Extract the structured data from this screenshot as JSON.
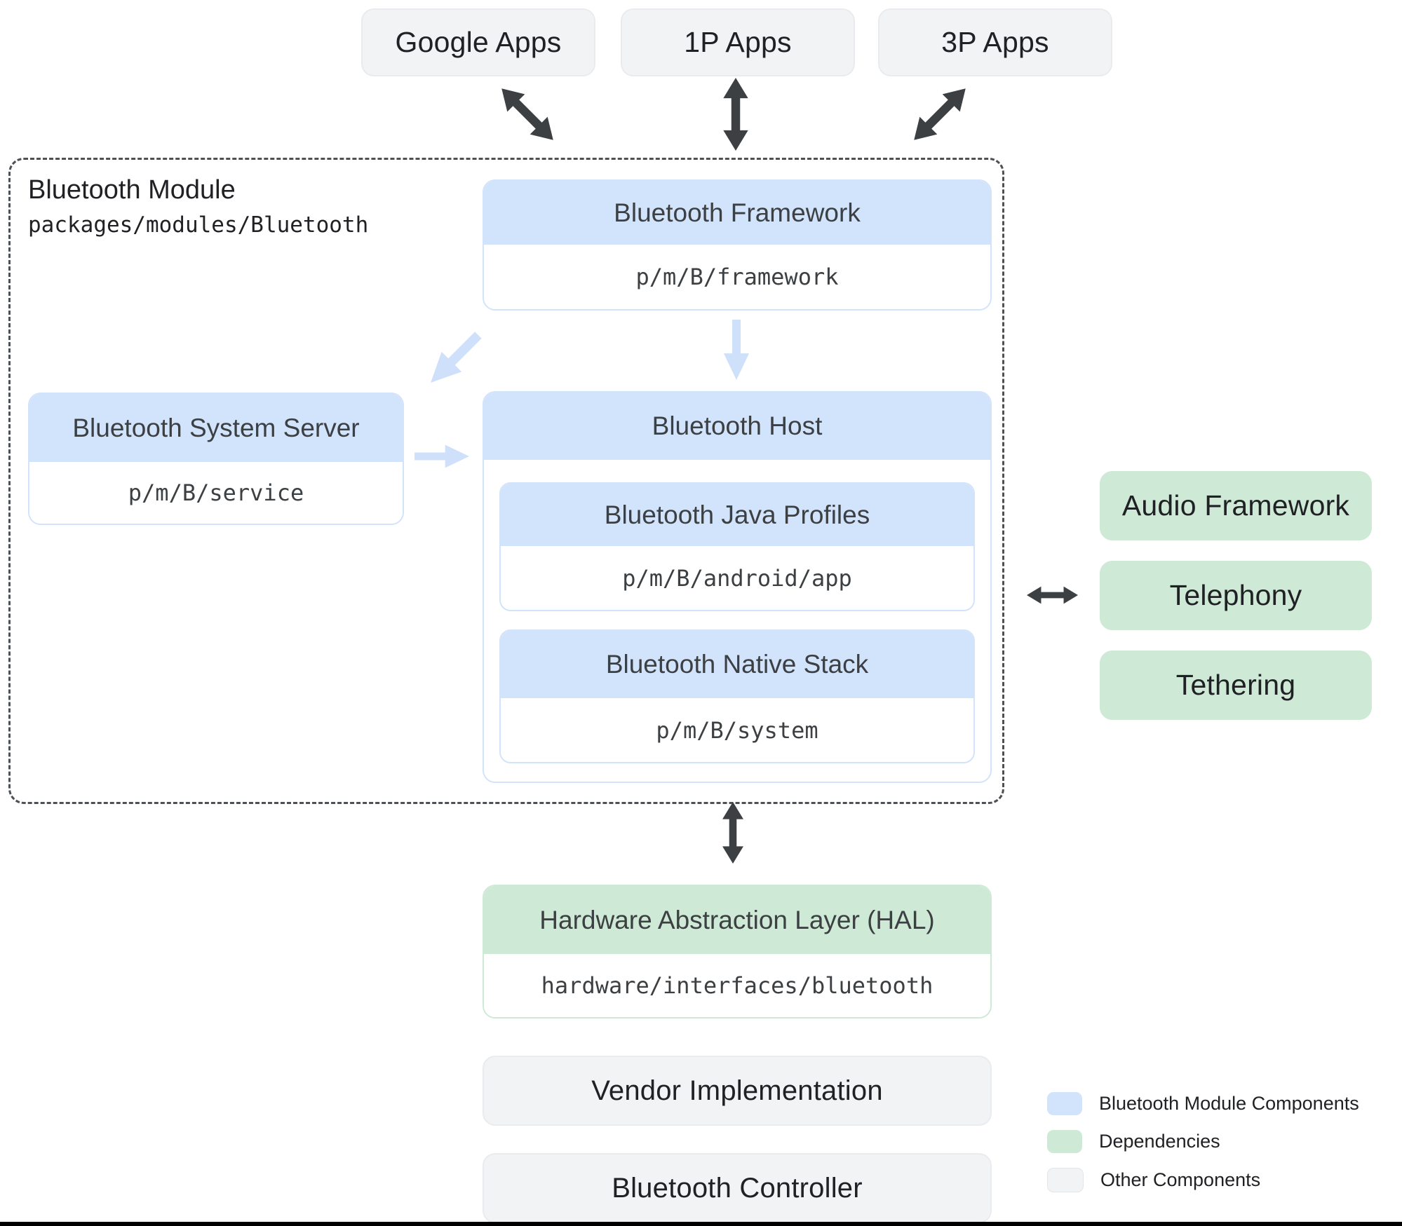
{
  "colors": {
    "module_component": "#d2e3fc",
    "dependency": "#ceead6",
    "other_component": "#f1f3f4",
    "arrow_dark": "#3c4043",
    "arrow_light": "#cfe0fa"
  },
  "top_apps": [
    {
      "label": "Google Apps"
    },
    {
      "label": "1P Apps"
    },
    {
      "label": "3P Apps"
    }
  ],
  "module": {
    "title": "Bluetooth Module",
    "path": "packages/modules/Bluetooth",
    "framework": {
      "title": "Bluetooth Framework",
      "path": "p/m/B/framework"
    },
    "system_server": {
      "title": "Bluetooth System Server",
      "path": "p/m/B/service"
    },
    "host": {
      "title": "Bluetooth Host",
      "children": [
        {
          "title": "Bluetooth Java Profiles",
          "path": "p/m/B/android/app"
        },
        {
          "title": "Bluetooth Native Stack",
          "path": "p/m/B/system"
        }
      ]
    }
  },
  "dependencies": [
    {
      "label": "Audio Framework"
    },
    {
      "label": "Telephony"
    },
    {
      "label": "Tethering"
    }
  ],
  "hal": {
    "title": "Hardware Abstraction Layer (HAL)",
    "path": "hardware/interfaces/bluetooth"
  },
  "other_components": [
    {
      "label": "Vendor Implementation"
    },
    {
      "label": "Bluetooth Controller"
    }
  ],
  "legend": [
    {
      "label": "Bluetooth Module Components",
      "color": "#d2e3fc"
    },
    {
      "label": "Dependencies",
      "color": "#ceead6"
    },
    {
      "label": "Other Components",
      "color": "#f1f3f4"
    }
  ]
}
